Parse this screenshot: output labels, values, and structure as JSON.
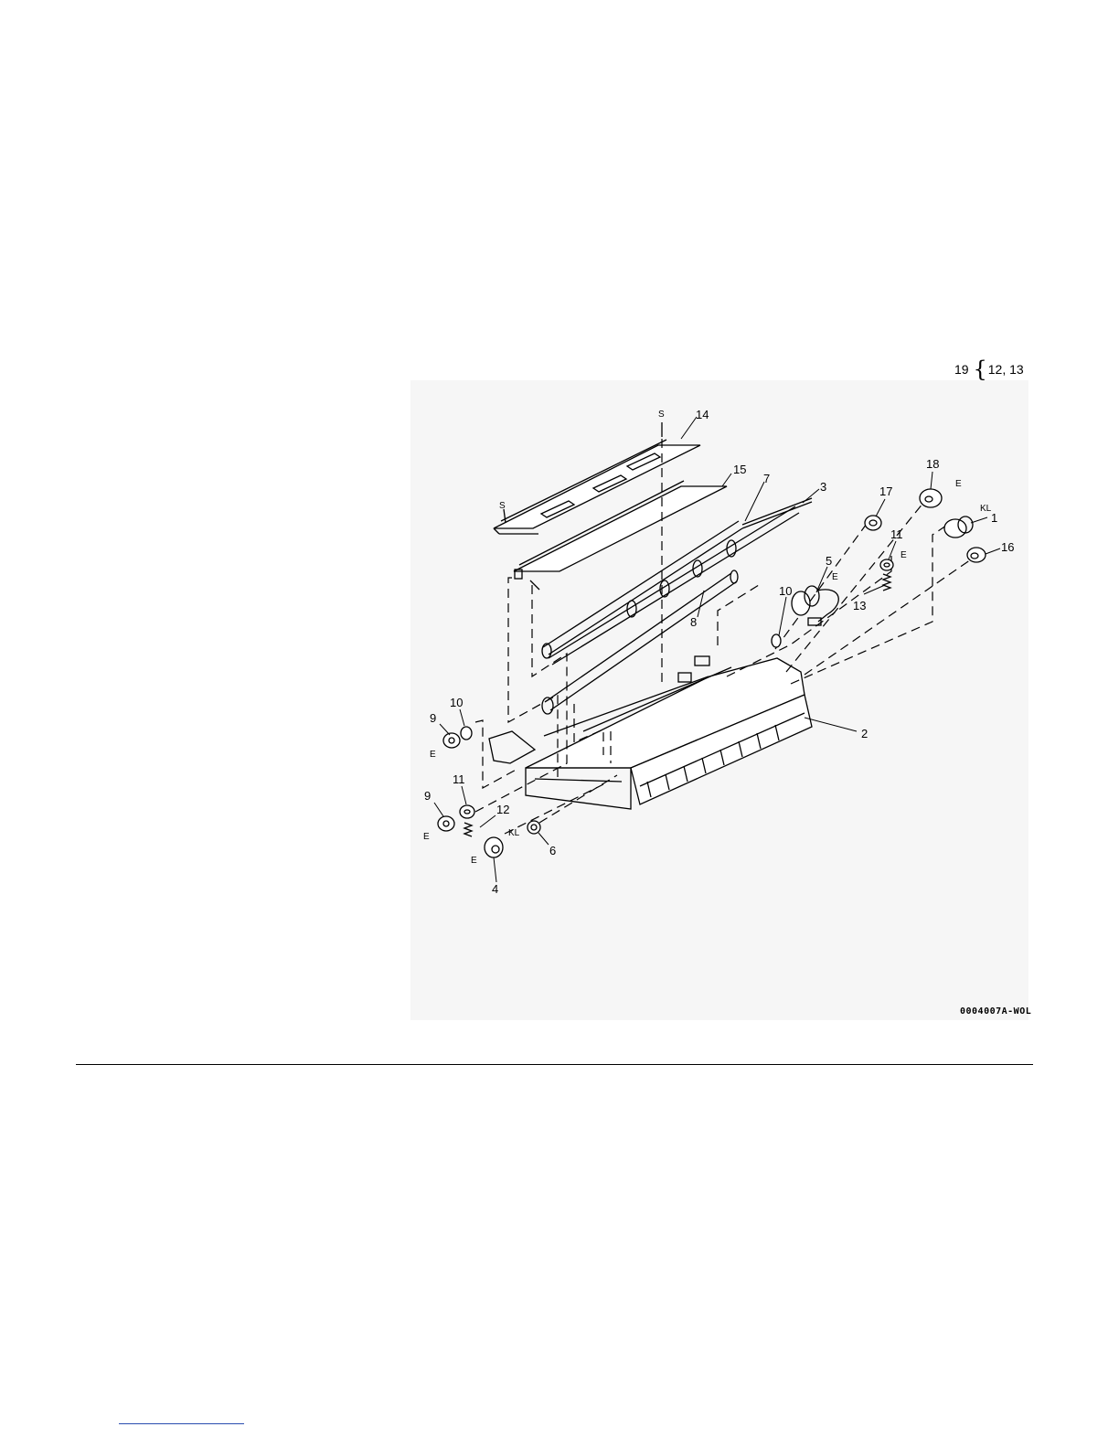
{
  "kit_note": {
    "item": "19",
    "brace": "{",
    "contents": "12, 13"
  },
  "figure_id": "0004007A-WOL",
  "callouts": {
    "c1": "1",
    "c2": "2",
    "c3": "3",
    "c4": "4",
    "c5": "5",
    "c6": "6",
    "c7": "7",
    "c8": "8",
    "c9a": "9",
    "c9b": "9",
    "c10a": "10",
    "c10b": "10",
    "c11a": "11",
    "c11b": "11",
    "c12": "12",
    "c13": "13",
    "c14": "14",
    "c15": "15",
    "c16": "16",
    "c17": "17",
    "c18": "18"
  },
  "markers": {
    "s_top": "S",
    "s_left": "S",
    "e_18": "E",
    "e_11": "E",
    "e_5": "E",
    "e_9a": "E",
    "e_9b": "E",
    "e_4": "E",
    "kl_1": "KL",
    "kl_6": "KL"
  }
}
